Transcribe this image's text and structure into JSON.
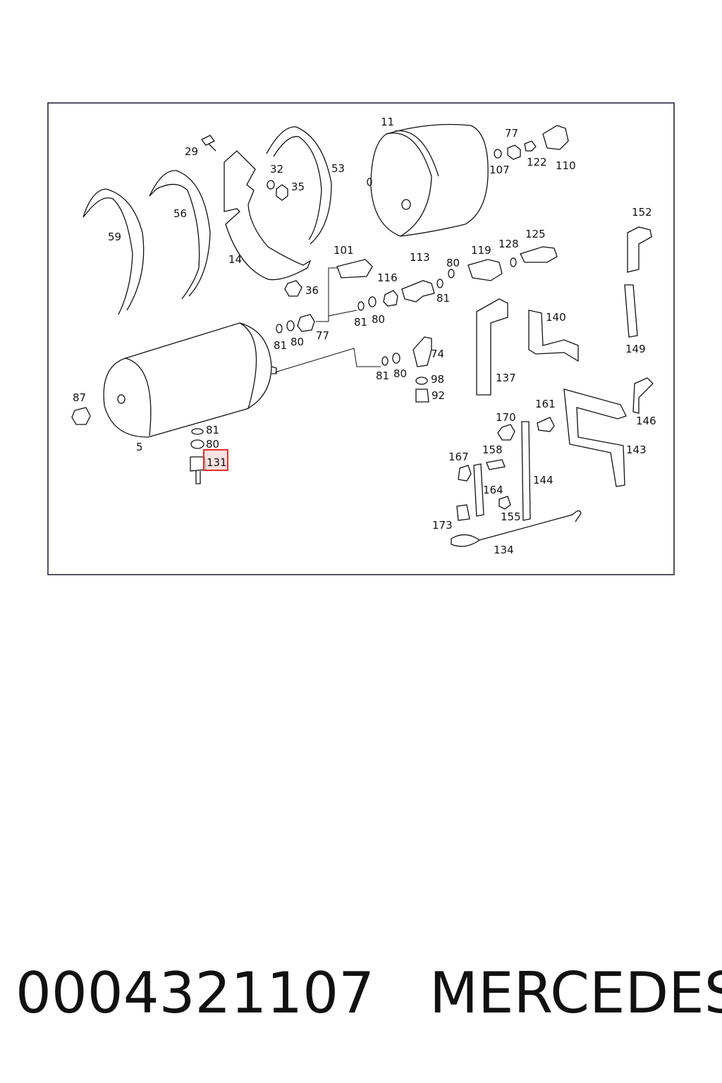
{
  "diagram": {
    "highlighted_part": "131",
    "labels": [
      {
        "id": "l29",
        "text": "29"
      },
      {
        "id": "l32",
        "text": "32"
      },
      {
        "id": "l35",
        "text": "35"
      },
      {
        "id": "l53",
        "text": "53"
      },
      {
        "id": "l11",
        "text": "11"
      },
      {
        "id": "l77a",
        "text": "77"
      },
      {
        "id": "l107",
        "text": "107"
      },
      {
        "id": "l122",
        "text": "122"
      },
      {
        "id": "l110",
        "text": "110"
      },
      {
        "id": "l59",
        "text": "59"
      },
      {
        "id": "l56",
        "text": "56"
      },
      {
        "id": "l14",
        "text": "14"
      },
      {
        "id": "l36",
        "text": "36"
      },
      {
        "id": "l101",
        "text": "101"
      },
      {
        "id": "l113",
        "text": "113"
      },
      {
        "id": "l80a",
        "text": "80"
      },
      {
        "id": "l119",
        "text": "119"
      },
      {
        "id": "l128",
        "text": "128"
      },
      {
        "id": "l125",
        "text": "125"
      },
      {
        "id": "l152",
        "text": "152"
      },
      {
        "id": "l116",
        "text": "116"
      },
      {
        "id": "l81a",
        "text": "81"
      },
      {
        "id": "l81b",
        "text": "81"
      },
      {
        "id": "l80b",
        "text": "80"
      },
      {
        "id": "l81c",
        "text": "81"
      },
      {
        "id": "l80c",
        "text": "80"
      },
      {
        "id": "l77b",
        "text": "77"
      },
      {
        "id": "l140",
        "text": "140"
      },
      {
        "id": "l149",
        "text": "149"
      },
      {
        "id": "l74",
        "text": "74"
      },
      {
        "id": "l81d",
        "text": "81"
      },
      {
        "id": "l80d",
        "text": "80"
      },
      {
        "id": "l137",
        "text": "137"
      },
      {
        "id": "l98",
        "text": "98"
      },
      {
        "id": "l92",
        "text": "92"
      },
      {
        "id": "l87",
        "text": "87"
      },
      {
        "id": "l146",
        "text": "146"
      },
      {
        "id": "l161",
        "text": "161"
      },
      {
        "id": "l170",
        "text": "170"
      },
      {
        "id": "l81e",
        "text": "81"
      },
      {
        "id": "l80e",
        "text": "80"
      },
      {
        "id": "l5",
        "text": "5"
      },
      {
        "id": "l143",
        "text": "143"
      },
      {
        "id": "l158",
        "text": "158"
      },
      {
        "id": "l167",
        "text": "167"
      },
      {
        "id": "l131",
        "text": "131"
      },
      {
        "id": "l144",
        "text": "144"
      },
      {
        "id": "l164",
        "text": "164"
      },
      {
        "id": "l155",
        "text": "155"
      },
      {
        "id": "l173",
        "text": "173"
      },
      {
        "id": "l134",
        "text": "134"
      }
    ]
  },
  "caption": {
    "part_number": "0004321107",
    "brand": "MERCEDES"
  },
  "colors": {
    "highlight_stroke": "#e0302f",
    "highlight_fill": "#f7d6d6",
    "line": "#111111",
    "frame": "#1a1a2e"
  }
}
